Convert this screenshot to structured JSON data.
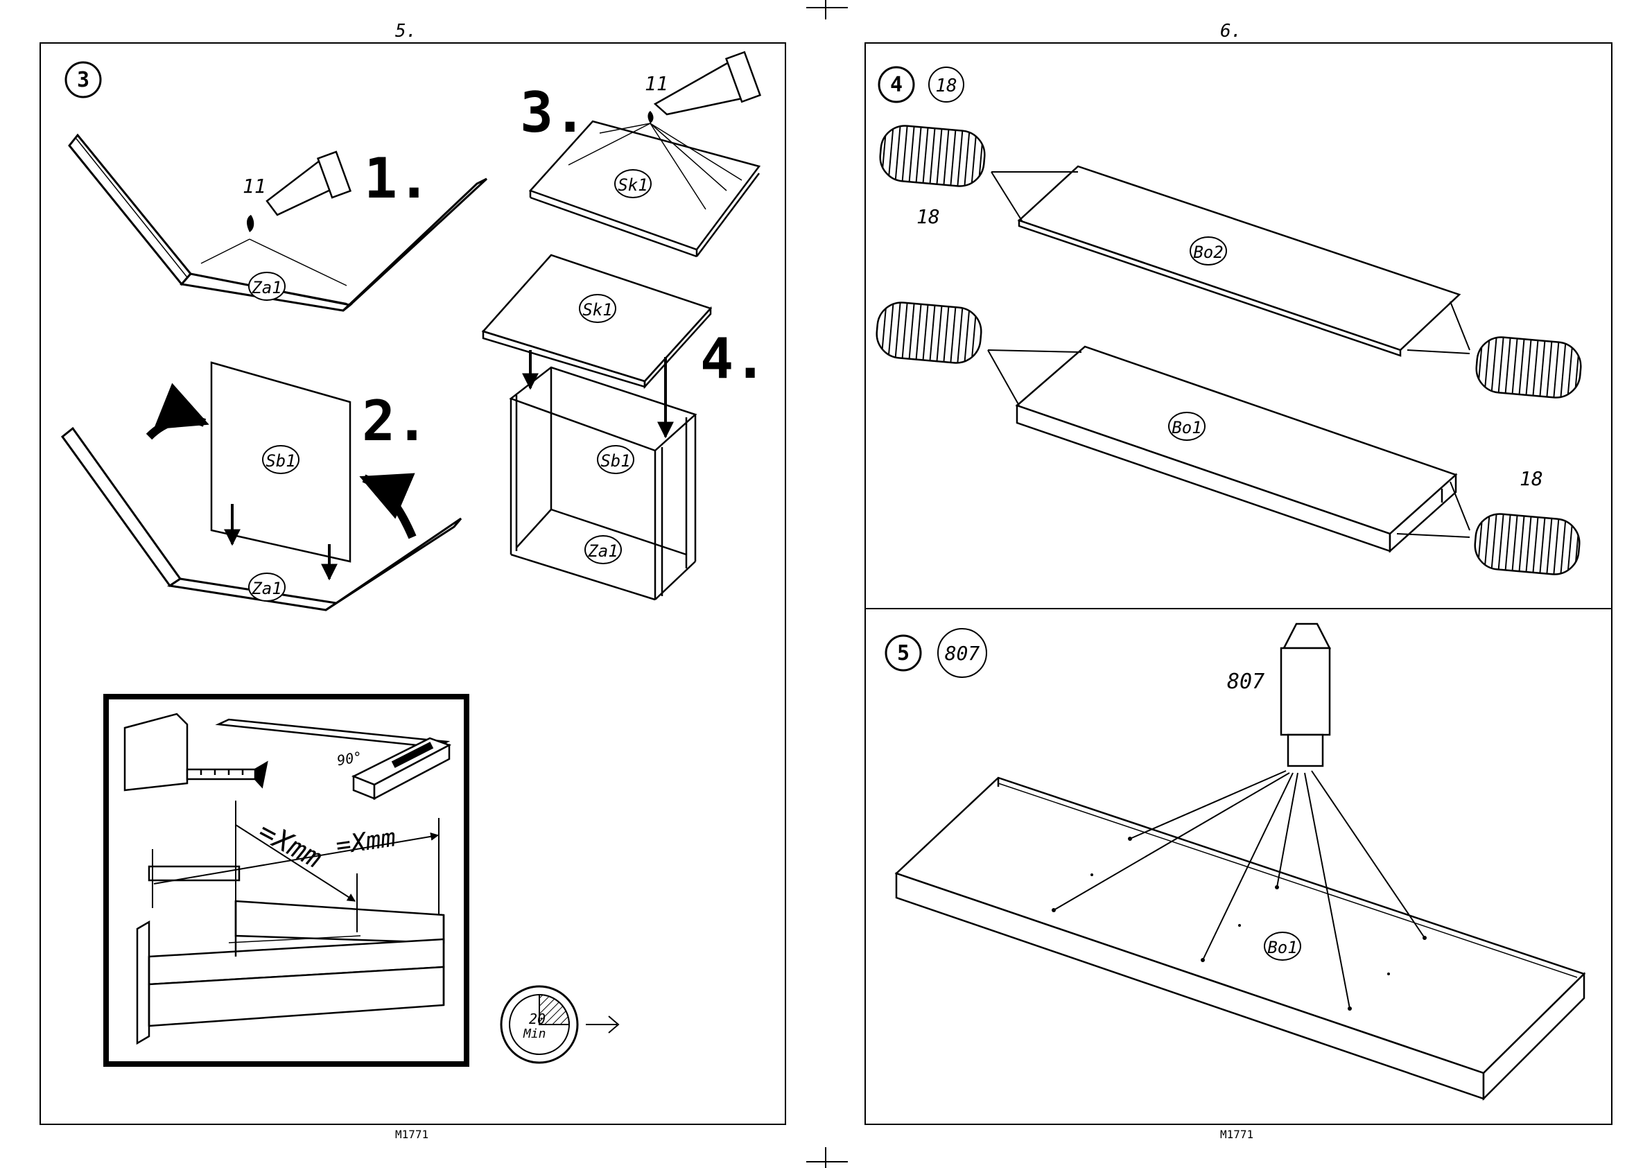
{
  "pages": {
    "left": {
      "number": "5.",
      "code": "M1771",
      "step": "3",
      "substeps": [
        "1.",
        "2.",
        "3.",
        "4."
      ],
      "glue_id": "11",
      "parts": {
        "za1": "Za1",
        "sb1": "Sb1",
        "sk1": "Sk1"
      },
      "measure": {
        "dimension": "=Xmm",
        "angle": "90°"
      },
      "timer": {
        "value": "20",
        "unit": "Min"
      }
    },
    "right": {
      "number": "6.",
      "code": "M1771",
      "step4": {
        "step": "4",
        "badge": "18",
        "dowel_label": "18",
        "parts": {
          "bo2": "Bo2",
          "bo1": "Bo1"
        }
      },
      "step5": {
        "step": "5",
        "badge": "807",
        "tool_label": "807",
        "part": "Bo1"
      }
    }
  },
  "colors": {
    "ink": "#000000",
    "paper": "#ffffff",
    "shade": "#d9d9d9"
  },
  "icons": [
    "glue-tube-icon",
    "dowel-icon",
    "tape-measure-icon",
    "square-ruler-icon",
    "timer-clock-icon",
    "hammer-tool-icon",
    "arrow-right-icon"
  ]
}
